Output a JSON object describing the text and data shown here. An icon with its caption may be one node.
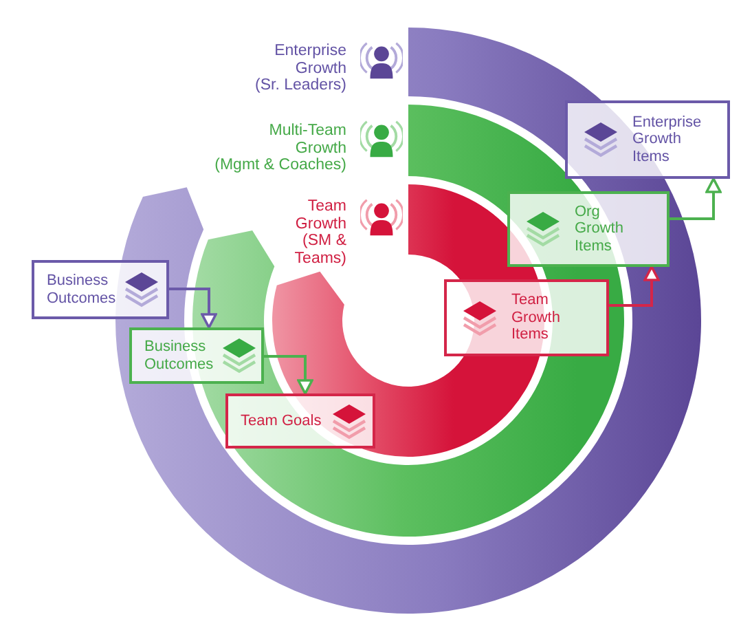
{
  "diagram": {
    "nodes": [
      {
        "text": [
          "Business Outcomes"
        ]
      },
      {
        "text": [
          "Business Outcomes"
        ]
      },
      {
        "text": [
          "Team Goals"
        ]
      },
      {
        "text": [
          "Team Growth Items"
        ]
      },
      {
        "text": [
          "Org Growth Items"
        ]
      },
      {
        "text": [
          "Enterprise Growth Items"
        ]
      }
    ],
    "edges": [
      {
        "from": 0,
        "to": 1,
        "arrow": "to",
        "color": "#6b5aa9"
      },
      {
        "from": 1,
        "to": 2,
        "arrow": "to"
      },
      {
        "from": 3,
        "to": 4,
        "arrow": "to",
        "color": "#d42649"
      },
      {
        "from": 4,
        "to": 5,
        "arrow": "to"
      }
    ],
    "labels": [
      "Enterprise Growth (Sr. Leaders)",
      "Multi-Team Growth (Mgmt & Coaches)",
      "Team Growth (SM & Teams)"
    ]
  }
}
